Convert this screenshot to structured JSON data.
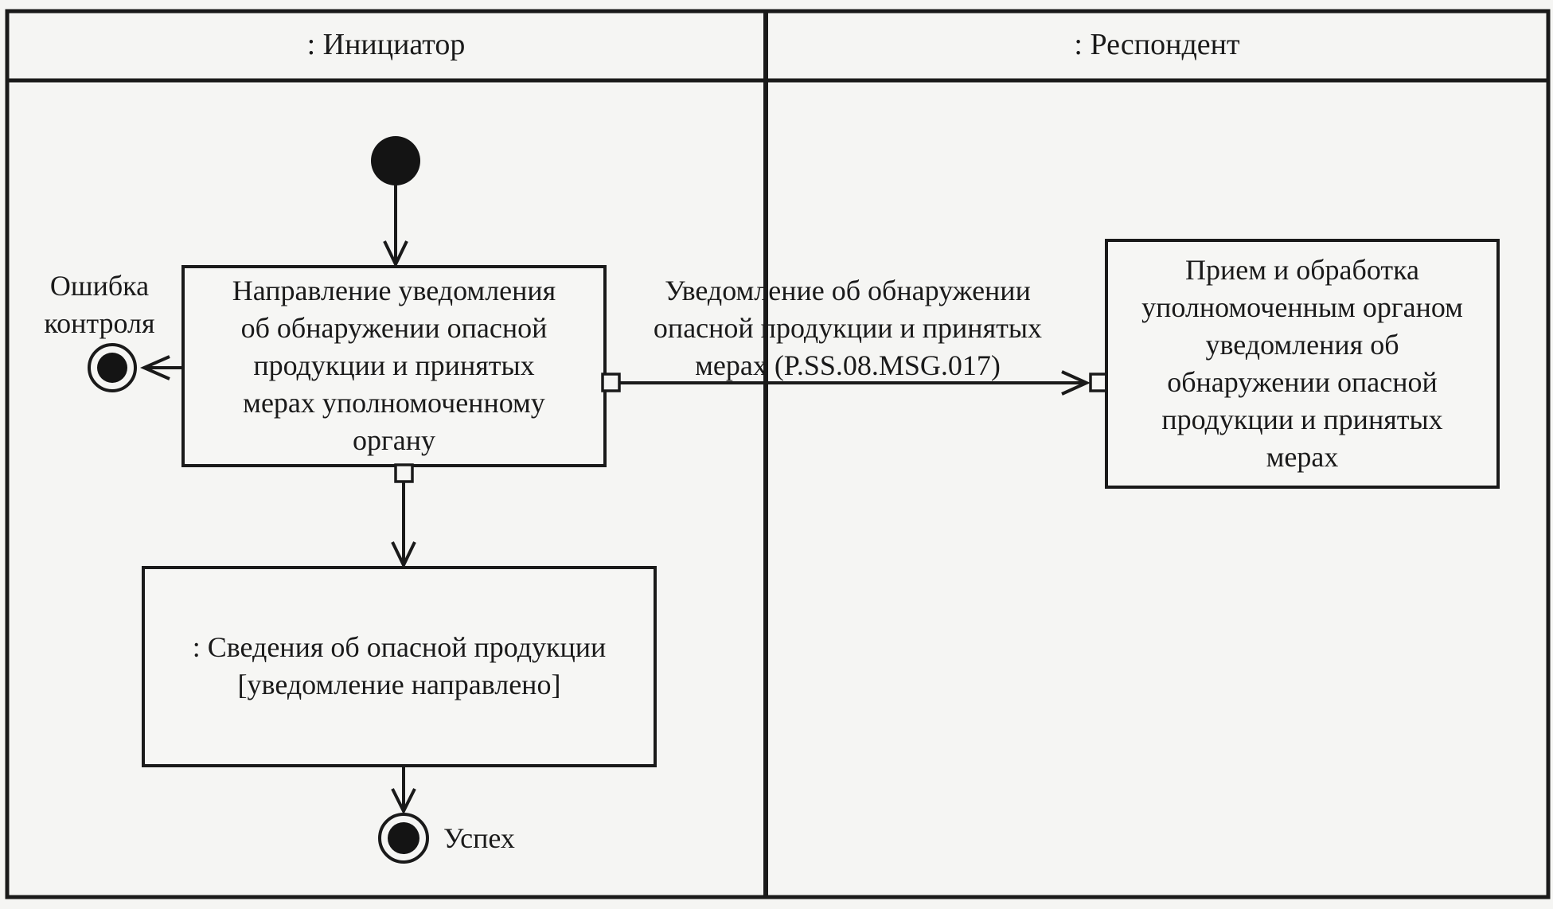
{
  "lanes": {
    "initiator": ": Инициатор",
    "respondent": ": Респондент"
  },
  "nodes": {
    "send_activity": "Направление уведомления\nоб обнаружении опасной\nпродукции и принятых\nмерах уполномоченному\nоргану",
    "receive_activity": "Прием и обработка\nуполномоченным органом\nуведомления об\nобнаружении опасной\nпродукции и принятых\nмерах",
    "object_state": ": Сведения об опасной продукции\n[уведомление направлено]",
    "error_final_label": "Ошибка\nконтроля",
    "success_final_label": "Успех"
  },
  "edges": {
    "message_label": "Уведомление об обнаружении\nопасной продукции и принятых\nмерах (P.SS.08.MSG.017)"
  },
  "colors": {
    "line": "#1a1a1a",
    "background": "#f5f5f3"
  }
}
